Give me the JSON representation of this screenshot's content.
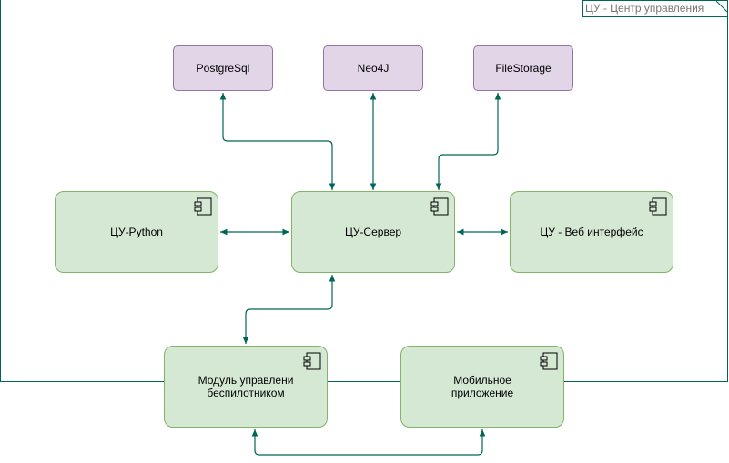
{
  "frame": {
    "title": "ЦУ - Центр управления"
  },
  "databases": {
    "postgres": "PostgreSql",
    "neo4j": "Neo4J",
    "filestorage": "FileStorage"
  },
  "components": {
    "python": "ЦУ-Python",
    "server": "ЦУ-Сервер",
    "web": "ЦУ - Веб интерфейс",
    "drone_module": "Модуль управлени беспилотником",
    "mobile": "Мобильное приложение"
  },
  "icons": {
    "component": "component-icon"
  },
  "colors": {
    "edge": "#006655",
    "db_fill": "#e1d5e7",
    "db_stroke": "#9673a6",
    "comp_fill": "#d5e8d4",
    "comp_stroke": "#82b366"
  }
}
